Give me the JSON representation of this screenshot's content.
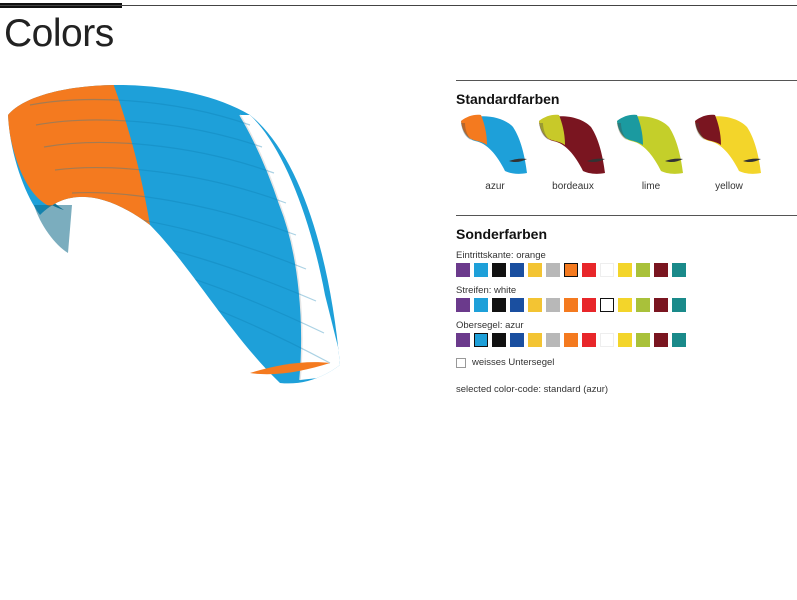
{
  "page": {
    "title": "Colors"
  },
  "standard": {
    "heading": "Standardfarben",
    "options": [
      {
        "label": "azur",
        "leading": "#f47a1f",
        "body": "#1ea0d9"
      },
      {
        "label": "bordeaux",
        "leading": "#c8c929",
        "body": "#7a1520"
      },
      {
        "label": "lime",
        "leading": "#1b9aa0",
        "body": "#c4cf2a"
      },
      {
        "label": "yellow",
        "leading": "#7a1520",
        "body": "#f3d52a"
      }
    ]
  },
  "special": {
    "heading": "Sonderfarben",
    "palette": [
      "#6b3a8c",
      "#1ea0d9",
      "#111111",
      "#1a4fa0",
      "#f3c433",
      "#b8b8b8",
      "#f47a1f",
      "#e8262a",
      "#ffffff",
      "#f3d52a",
      "#a9c13a",
      "#7a1520",
      "#1a8a8a"
    ],
    "rows": [
      {
        "label": "Eintrittskante: orange",
        "selected_index": 6
      },
      {
        "label": "Streifen: white",
        "selected_index": 8
      },
      {
        "label": "Obersegel: azur",
        "selected_index": 1
      }
    ],
    "checkbox_label": "weisses Untersegel",
    "selected_code": "selected color-code: standard (azur)"
  },
  "glider_colors": {
    "leading_edge": "#f47a1f",
    "top_sail": "#1ea0d9",
    "stripe": "#ffffff",
    "underside": "#15789a"
  }
}
